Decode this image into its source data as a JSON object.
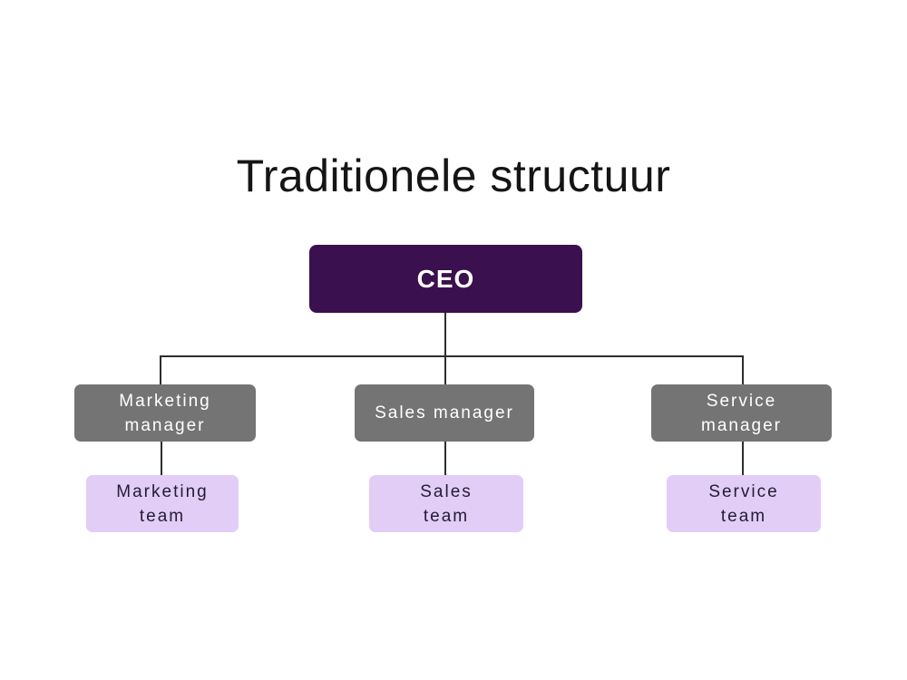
{
  "title": "Traditionele structuur",
  "colors": {
    "background": "#ffffff",
    "ceo_box": "#3A104E",
    "manager_box": "#757475",
    "team_box": "#E2CDF7",
    "ceo_text": "#ffffff",
    "manager_text": "#ffffff",
    "team_text": "#241B33",
    "connector_line": "#2d2d2d",
    "title_text": "#151515"
  },
  "nodes": {
    "ceo": {
      "label": "CEO"
    },
    "managers": [
      {
        "line1": "Marketing",
        "line2": "manager"
      },
      {
        "line1": "Sales manager",
        "line2": ""
      },
      {
        "line1": "Service",
        "line2": "manager"
      }
    ],
    "teams": [
      {
        "line1": "Marketing",
        "line2": "team"
      },
      {
        "line1": "Sales",
        "line2": "team"
      },
      {
        "line1": "Service",
        "line2": "team"
      }
    ]
  }
}
